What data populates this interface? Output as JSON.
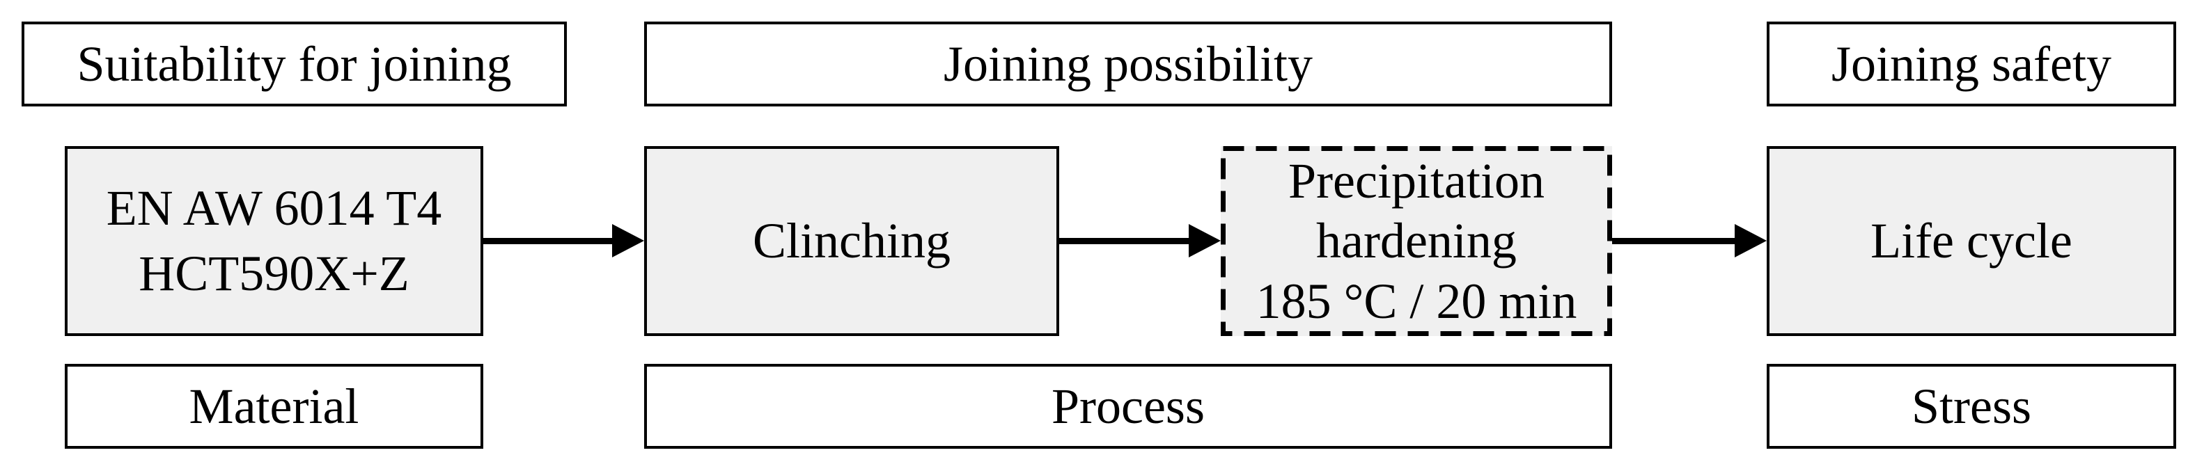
{
  "figure": {
    "type": "process-flow-diagram",
    "colors": {
      "background": "#ffffff",
      "ink": "#000000",
      "node_fill": "#f0f0f0"
    },
    "header_labels": {
      "suitability": "Suitability for joining",
      "possibility": "Joining possibility",
      "safety": "Joining safety"
    },
    "footer_labels": {
      "material": "Material",
      "process": "Process",
      "stress": "Stress"
    },
    "nodes": {
      "material": {
        "line1": "EN AW 6014 T4",
        "line2": "HCT590X+Z",
        "border": "solid"
      },
      "clinching": {
        "line1": "Clinching",
        "border": "solid"
      },
      "precipitation": {
        "line1": "Precipitation",
        "line2": "hardening",
        "line3": "185 °C / 20 min",
        "border": "dashed"
      },
      "lifecycle": {
        "line1": "Life cycle",
        "border": "solid"
      }
    },
    "flow": [
      "material",
      "clinching",
      "precipitation",
      "lifecycle"
    ]
  }
}
